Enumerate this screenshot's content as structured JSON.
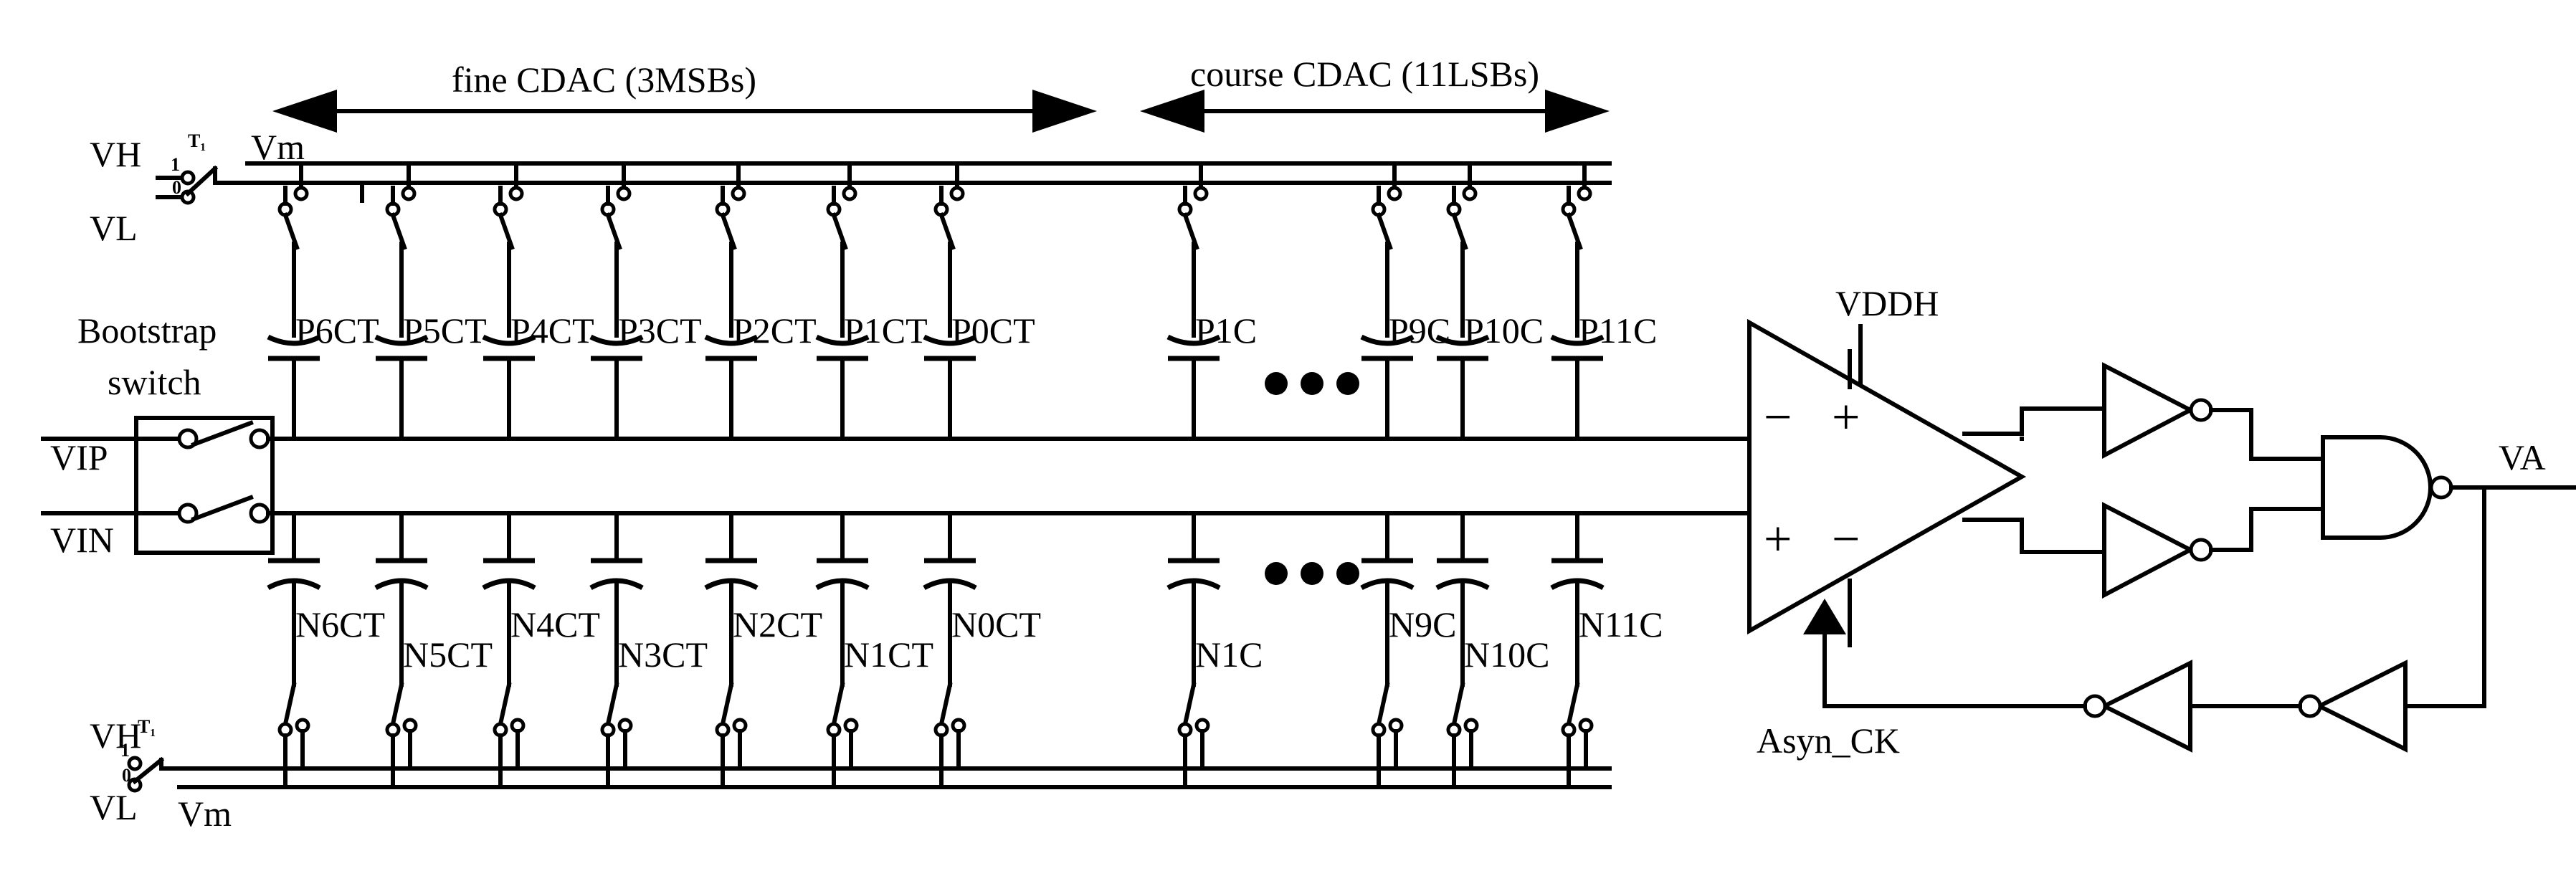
{
  "labels": {
    "fine_cdac": "fine CDAC (3MSBs)",
    "course_cdac": "course CDAC (11LSBs)",
    "vh_top": "VH",
    "vl_top": "VL",
    "vm_top": "Vm",
    "vh_bot": "VH",
    "vl_bot": "VL",
    "vm_bot": "Vm",
    "t1": "T₁",
    "sw_1": "1",
    "sw_0": "0",
    "bootstrap_1": "Bootstrap",
    "bootstrap_2": "switch",
    "vip": "VIP",
    "vin": "VIN",
    "vddh": "VDDH",
    "va": "VA",
    "asyn_ck": "Asyn_CK",
    "minus": "−",
    "plus": "+"
  },
  "top_caps": [
    "P6CT",
    "P5CT",
    "P4CT",
    "P3CT",
    "P2CT",
    "P1CT",
    "P0CT",
    "P1C",
    "P9C",
    "P10C",
    "P11C"
  ],
  "bottom_caps": [
    "N6CT",
    "N5CT",
    "N4CT",
    "N3CT",
    "N2CT",
    "N1CT",
    "N0CT",
    "N1C",
    "N9C",
    "N10C",
    "N11C"
  ],
  "colors": {
    "ink": "#000000",
    "paper": "#ffffff"
  }
}
